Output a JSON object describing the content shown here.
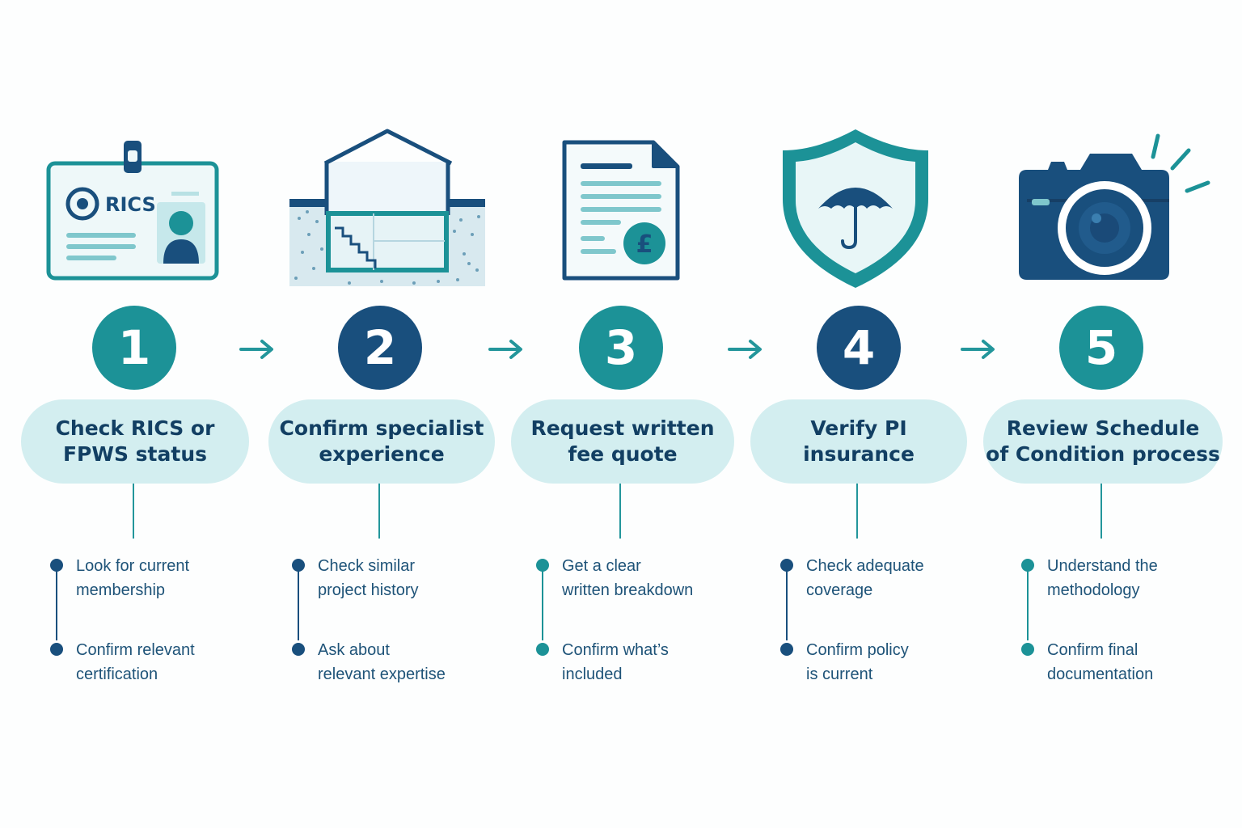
{
  "colors": {
    "teal": "#1c9297",
    "navy": "#194f7d",
    "pill_bg": "#d3eef0",
    "pill_text": "#123f63",
    "bullet_text": "#1e5378"
  },
  "steps": [
    {
      "number": "1",
      "icon": "rics-id-card-icon",
      "title_line1": "Check RICS or",
      "title_line2": "FPWS status",
      "badge_text": "RICS",
      "bullets": [
        {
          "text": "Look for current\nmembership"
        },
        {
          "text": "Confirm relevant\ncertification"
        }
      ]
    },
    {
      "number": "2",
      "icon": "house-basement-icon",
      "title_line1": "Confirm specialist",
      "title_line2": "experience",
      "bullets": [
        {
          "text": "Check similar\nproject history"
        },
        {
          "text": "Ask about\nrelevant expertise"
        }
      ]
    },
    {
      "number": "3",
      "icon": "fee-document-icon",
      "title_line1": "Request written",
      "title_line2": "fee quote",
      "currency_symbol": "£",
      "bullets": [
        {
          "text": "Get a clear\nwritten breakdown"
        },
        {
          "text": "Confirm what’s\nincluded"
        }
      ]
    },
    {
      "number": "4",
      "icon": "shield-umbrella-icon",
      "title_line1": "Verify PI",
      "title_line2": "insurance",
      "bullets": [
        {
          "text": "Check adequate\ncoverage"
        },
        {
          "text": "Confirm policy\nis current"
        }
      ]
    },
    {
      "number": "5",
      "icon": "camera-icon",
      "title_line1": "Review Schedule",
      "title_line2": "of Condition process",
      "bullets": [
        {
          "text": "Understand the\nmethodology"
        },
        {
          "text": "Confirm final\ndocumentation"
        }
      ]
    }
  ],
  "arrows": [
    "arrow-right-icon",
    "arrow-right-icon",
    "arrow-right-icon",
    "arrow-right-icon"
  ]
}
